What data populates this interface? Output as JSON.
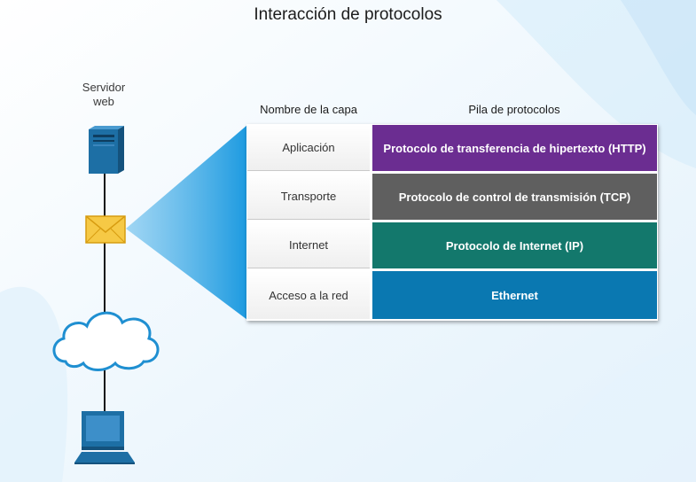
{
  "title": "Interacción de protocolos",
  "server": {
    "label_line1": "Servidor",
    "label_line2": "web"
  },
  "table": {
    "header_layer": "Nombre de la capa",
    "header_stack": "Pila de protocolos",
    "rows": [
      {
        "layer": "Aplicación",
        "protocol": "Protocolo de transferencia de hipertexto (HTTP)",
        "color": "#6b2d91"
      },
      {
        "layer": "Transporte",
        "protocol": "Protocolo de control de transmisión (TCP)",
        "color": "#5f5f5f"
      },
      {
        "layer": "Internet",
        "protocol": "Protocolo de Internet (IP)",
        "color": "#13786c"
      },
      {
        "layer": "Acceso a la red",
        "protocol": "Ethernet",
        "color": "#0a78b1"
      }
    ]
  },
  "icons": {
    "server": "server-icon",
    "envelope": "envelope-icon",
    "cloud": "cloud-icon",
    "computer": "computer-icon"
  },
  "colors": {
    "beam": "#1f9fe0",
    "envelope": "#f6c945",
    "device": "#1d6fa5"
  }
}
